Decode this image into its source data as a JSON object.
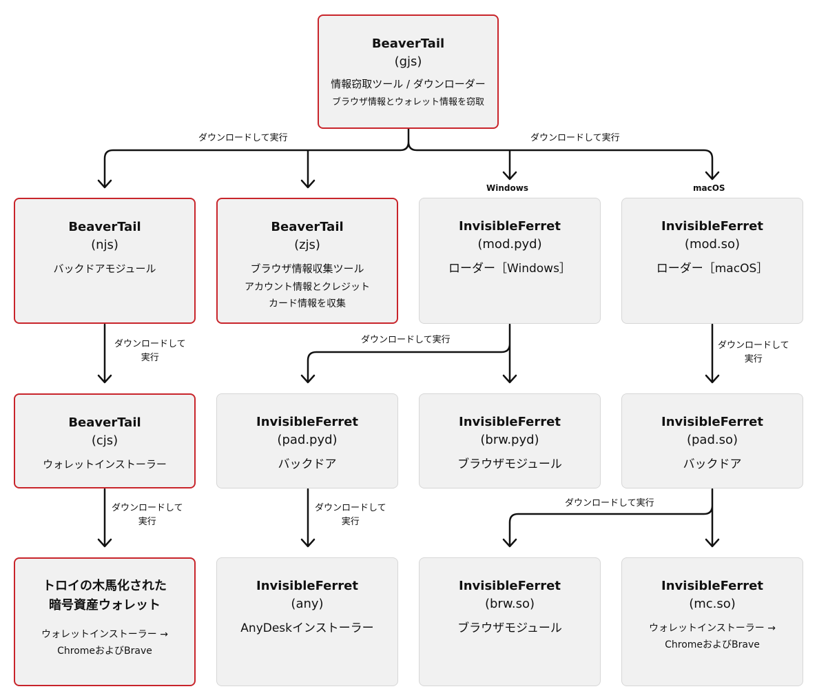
{
  "nodes": {
    "gjs": {
      "title": "BeaverTail",
      "sub": "(gjs)",
      "role": "情報窃取ツール / ダウンローダー",
      "desc": "ブラウザ情報とウォレット情報を窃取"
    },
    "njs": {
      "title": "BeaverTail",
      "sub": "(njs)",
      "role": "バックドアモジュール"
    },
    "zjs": {
      "title": "BeaverTail",
      "sub": "(zjs)",
      "role": "ブラウザ情報収集ツール",
      "desc1": "アカウント情報とクレジット",
      "desc2": "カード情報を収集"
    },
    "mod_pyd": {
      "title": "InvisibleFerret",
      "sub": "(mod.pyd)",
      "role": "ローダー［Windows］"
    },
    "mod_so": {
      "title": "InvisibleFerret",
      "sub": "(mod.so)",
      "role": "ローダー［macOS］"
    },
    "cjs": {
      "title": "BeaverTail",
      "sub": "(cjs)",
      "role": "ウォレットインストーラー"
    },
    "pad_pyd": {
      "title": "InvisibleFerret",
      "sub": "(pad.pyd)",
      "role": "バックドア"
    },
    "brw_pyd": {
      "title": "InvisibleFerret",
      "sub": "(brw.pyd)",
      "role": "ブラウザモジュール"
    },
    "pad_so": {
      "title": "InvisibleFerret",
      "sub": "(pad.so)",
      "role": "バックドア"
    },
    "trojan": {
      "title1": "トロイの木馬化された",
      "title2": "暗号資産ウォレット",
      "desc1": "ウォレットインストーラー →",
      "desc2": "ChromeおよびBrave"
    },
    "any": {
      "title": "InvisibleFerret",
      "sub": "(any)",
      "role": "AnyDeskインストーラー"
    },
    "brw_so": {
      "title": "InvisibleFerret",
      "sub": "(brw.so)",
      "role": "ブラウザモジュール"
    },
    "mc_so": {
      "title": "InvisibleFerret",
      "sub": "(mc.so)",
      "desc1": "ウォレットインストーラー →",
      "desc2": "ChromeおよびBrave"
    }
  },
  "labels": {
    "top_left": "ダウンロードして実行",
    "top_right": "ダウンロードして実行",
    "windows": "Windows",
    "macos": "macOS",
    "njs_cjs_1": "ダウンロードして",
    "njs_cjs_2": "実行",
    "modpyd": "ダウンロードして実行",
    "modso_1": "ダウンロードして",
    "modso_2": "実行",
    "cjs_trojan_1": "ダウンロードして",
    "cjs_trojan_2": "実行",
    "padpyd_any_1": "ダウンロードして",
    "padpyd_any_2": "実行",
    "padso": "ダウンロードして実行"
  },
  "colors": {
    "malicious_border": "#c8242a",
    "neutral_border": "#d6d6d6",
    "box_fill": "#f1f1f1"
  }
}
